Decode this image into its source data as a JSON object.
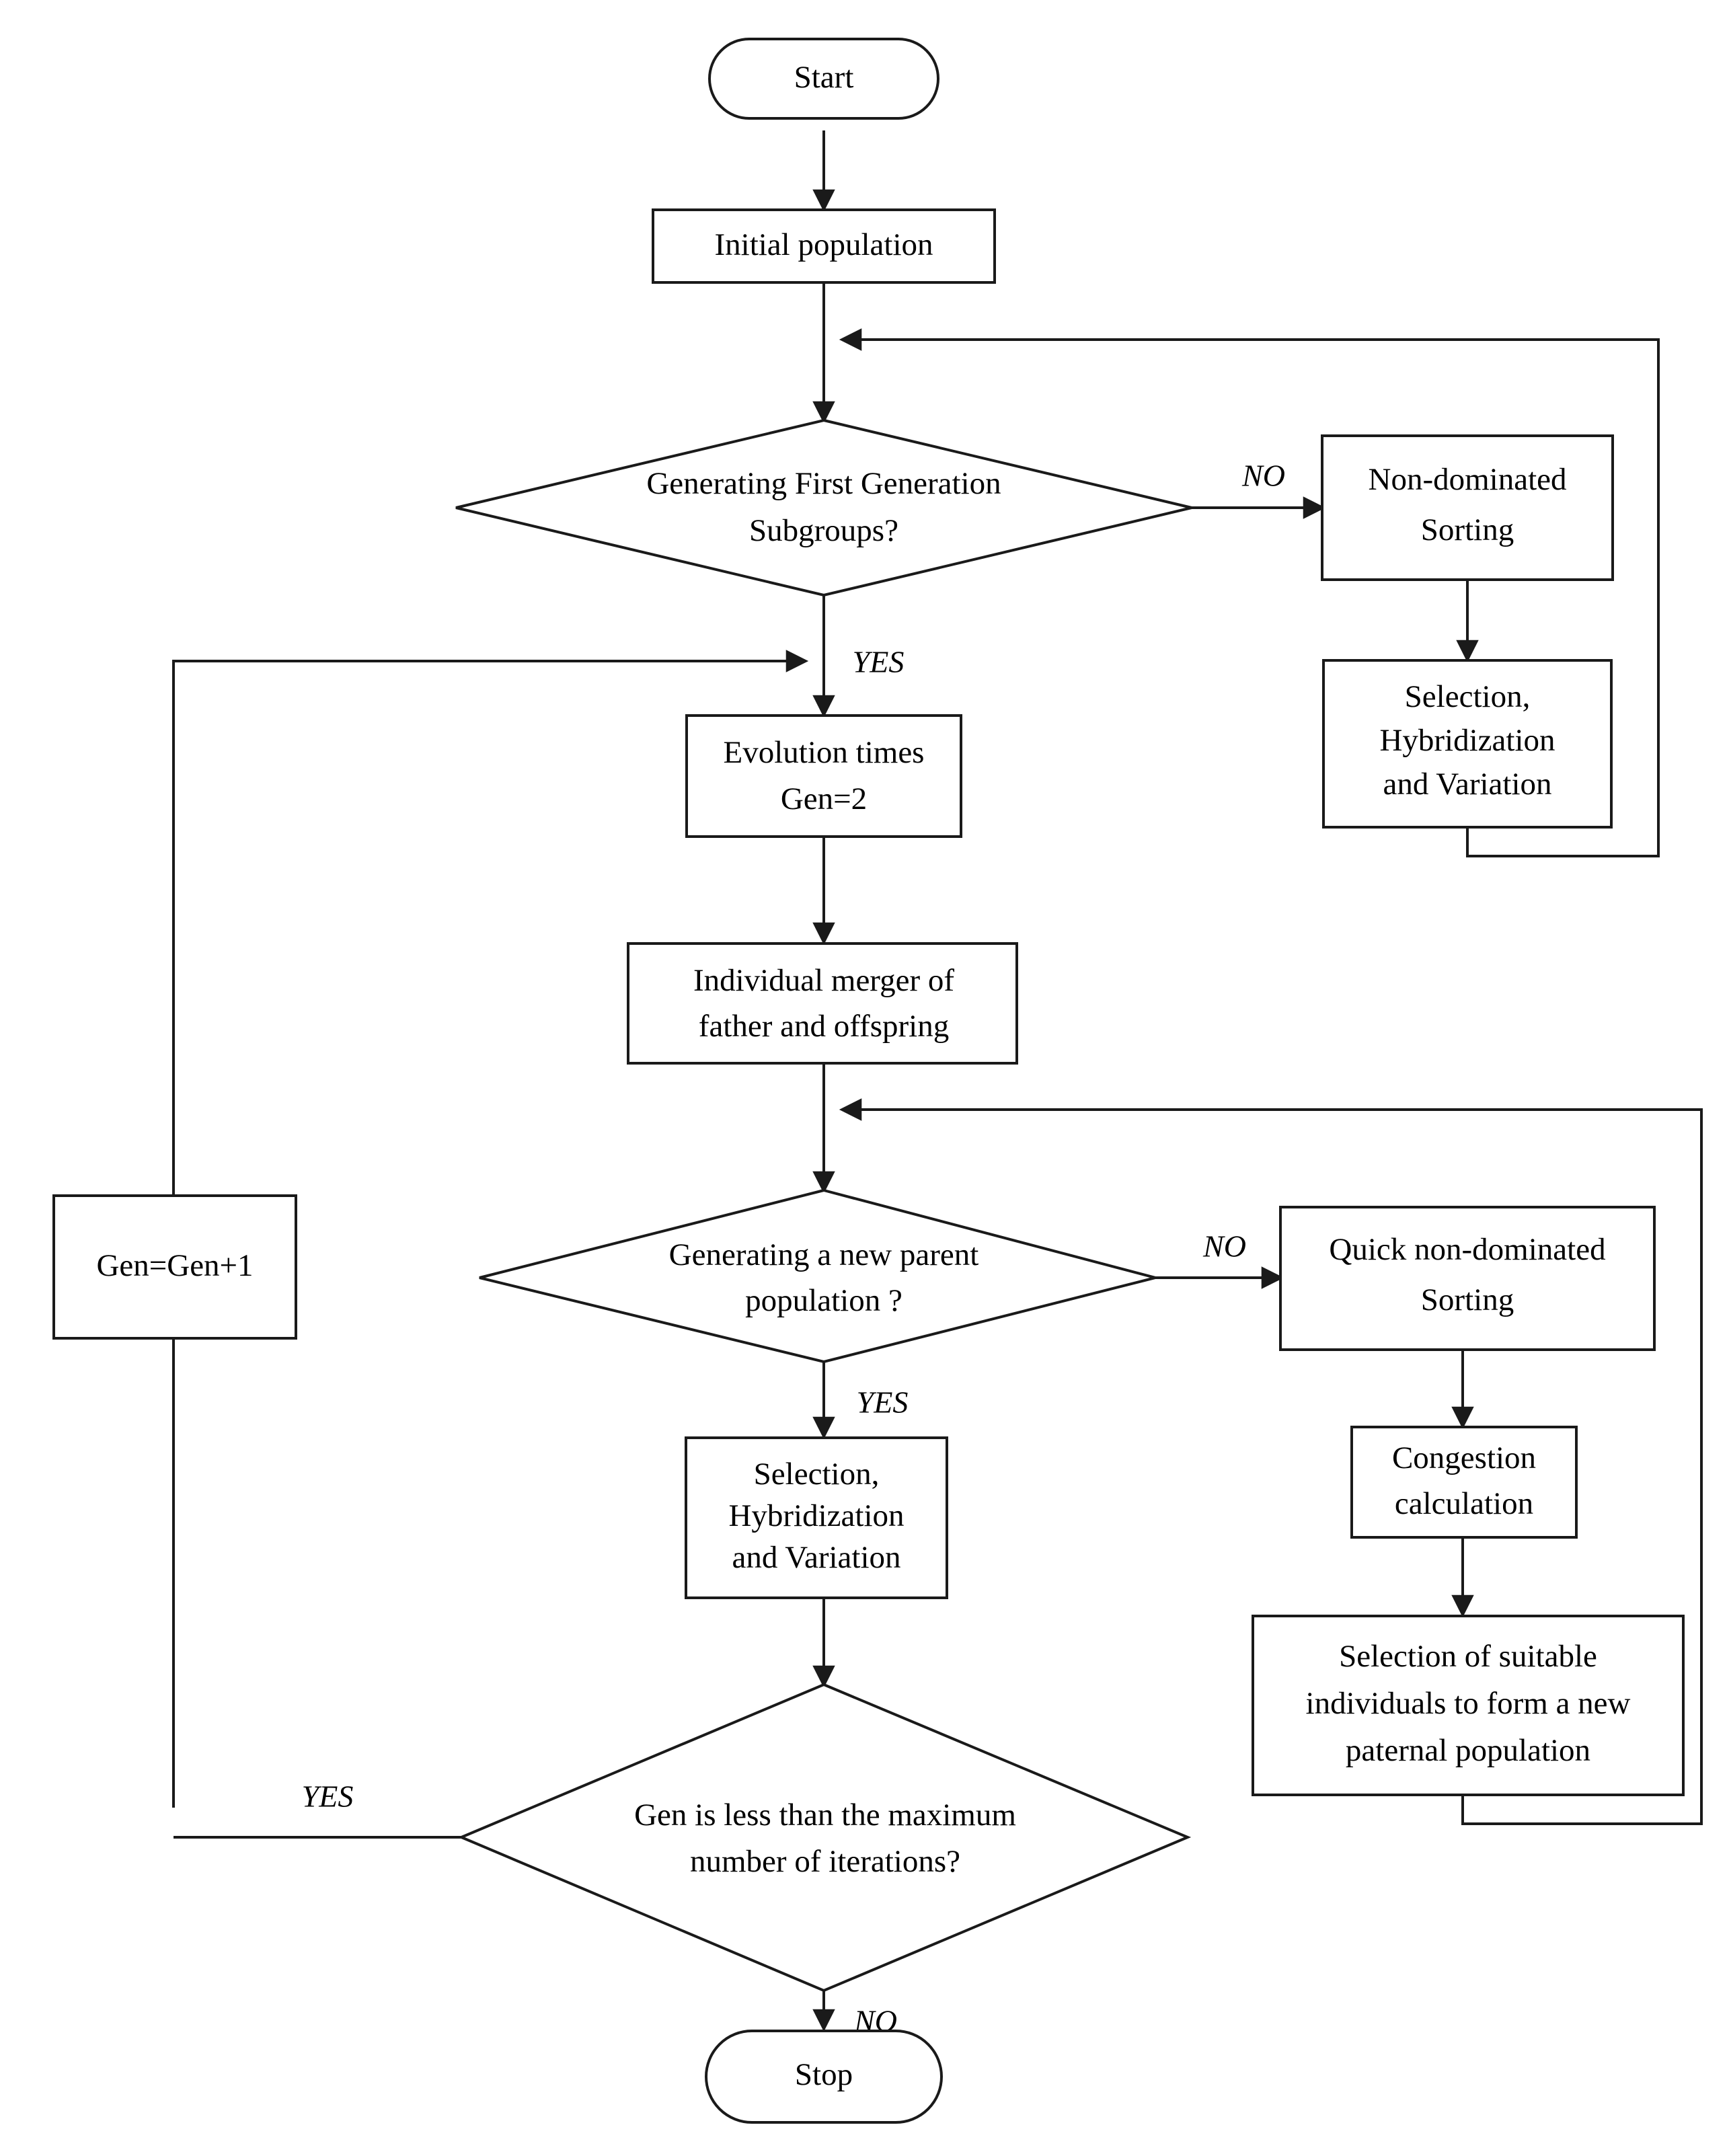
{
  "diagram": {
    "title": "NSGA-II multi-objective genetic algorithm flowchart",
    "colors": {
      "stroke": "#1a1a1a",
      "fill": "#ffffff",
      "text": "#000000"
    },
    "nodes": {
      "start": {
        "label": "Start",
        "shape": "terminator"
      },
      "initial_population": {
        "label": "Initial population",
        "shape": "process"
      },
      "decision_first_gen": {
        "line1": "Generating First Generation",
        "line2": "Subgroups?",
        "shape": "decision"
      },
      "non_dominated_sorting": {
        "line1": "Non-dominated",
        "line2": "Sorting",
        "shape": "process"
      },
      "selection_hybridization_variation_right": {
        "line1": "Selection,",
        "line2": "Hybridization",
        "line3": "and Variation",
        "shape": "process"
      },
      "evolution_times": {
        "line1": "Evolution times",
        "line2": "Gen=2",
        "shape": "process"
      },
      "individual_merger": {
        "line1": "Individual merger of",
        "line2": "father and offspring",
        "shape": "process"
      },
      "decision_new_parent": {
        "line1": "Generating a new parent",
        "line2": "population ?",
        "shape": "decision"
      },
      "quick_non_dominated_sorting": {
        "line1": "Quick non-dominated",
        "line2": "Sorting",
        "shape": "process"
      },
      "congestion_calculation": {
        "line1": "Congestion",
        "line2": "calculation",
        "shape": "process"
      },
      "selection_suitable_individuals": {
        "line1": "Selection of suitable",
        "line2": "individuals to form a new",
        "line3": "paternal population",
        "shape": "process"
      },
      "gen_increment": {
        "label": "Gen=Gen+1",
        "shape": "process"
      },
      "selection_hybridization_variation_center": {
        "line1": "Selection,",
        "line2": "Hybridization",
        "line3": "and Variation",
        "shape": "process"
      },
      "decision_max_iterations": {
        "line1": "Gen is less than the maximum",
        "line2": "number of iterations?",
        "shape": "decision"
      },
      "stop": {
        "label": "Stop",
        "shape": "terminator"
      }
    },
    "edge_labels": {
      "first_gen_no": "NO",
      "first_gen_yes": "YES",
      "new_parent_no": "NO",
      "new_parent_yes": "YES",
      "max_iter_yes": "YES",
      "max_iter_no": "NO"
    }
  }
}
